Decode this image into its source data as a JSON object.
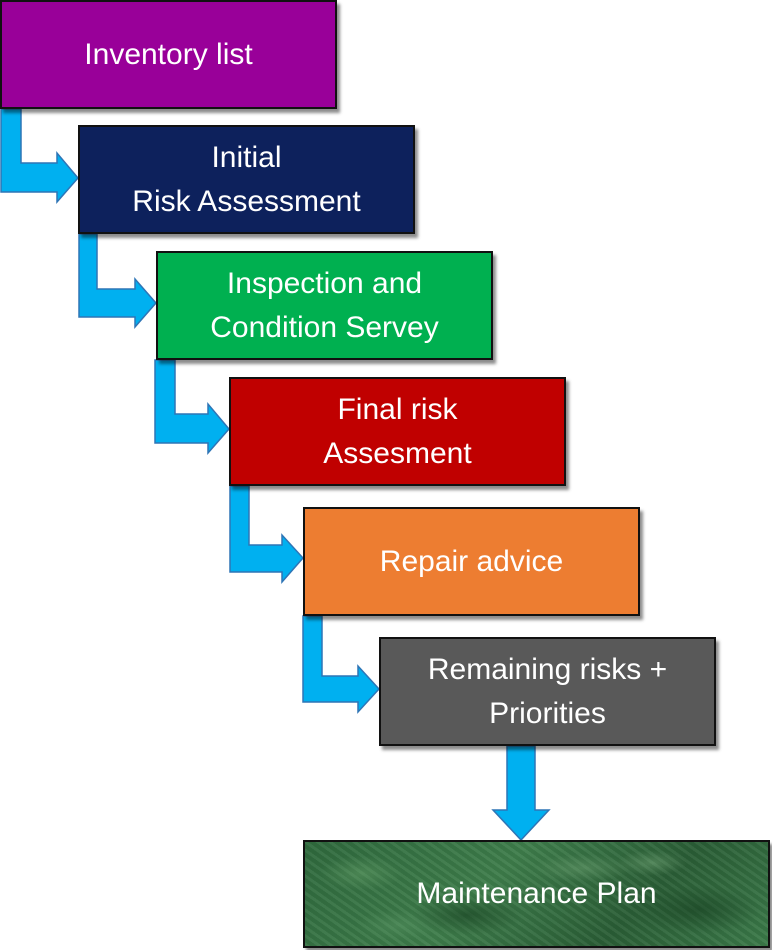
{
  "flow": {
    "steps": [
      {
        "lines": [
          "Inventory list"
        ],
        "color": "#990099"
      },
      {
        "lines": [
          "Initial",
          "Risk Assessment"
        ],
        "color": "#0d215c"
      },
      {
        "lines": [
          "Inspection and",
          "Condition Servey"
        ],
        "color": "#00b050"
      },
      {
        "lines": [
          "Final risk",
          "Assesment"
        ],
        "color": "#c00000"
      },
      {
        "lines": [
          "Repair advice"
        ],
        "color": "#ed7d31"
      },
      {
        "lines": [
          "Remaining risks +",
          "Priorities"
        ],
        "color": "#595959"
      },
      {
        "lines": [
          "Maintenance Plan"
        ],
        "color": "#2f6a3d"
      }
    ],
    "arrow_color": "#00b0f0",
    "arrow_outline": "#2e75b6"
  }
}
